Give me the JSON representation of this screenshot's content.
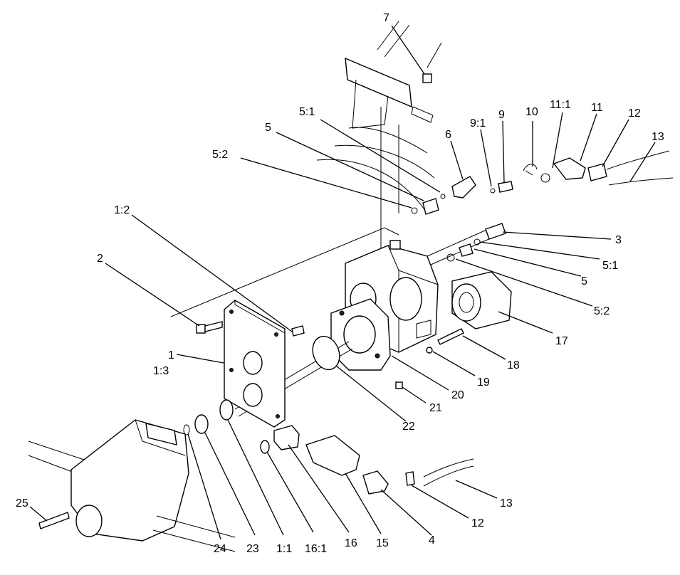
{
  "labels": {
    "l7": "7",
    "l5_1_top": "5:1",
    "l9_1": "9:1",
    "l9": "9",
    "l10": "10",
    "l11_1": "11:1",
    "l11": "11",
    "l12_top": "12",
    "l13_top": "13",
    "l6": "6",
    "l5_top": "5",
    "l5_2_top": "5:2",
    "l1_2": "1:2",
    "l2": "2",
    "l3": "3",
    "l5_1_right": "5:1",
    "l5_right": "5",
    "l5_2_right": "5:2",
    "l17": "17",
    "l18": "18",
    "l19": "19",
    "l20": "20",
    "l21": "21",
    "l22": "22",
    "l1": "1",
    "l1_3": "1:3",
    "l13_bottom": "13",
    "l12_bottom": "12",
    "l4": "4",
    "l15": "15",
    "l16": "16",
    "l16_1": "16:1",
    "l1_1": "1:1",
    "l23": "23",
    "l24": "24",
    "l25": "25"
  }
}
